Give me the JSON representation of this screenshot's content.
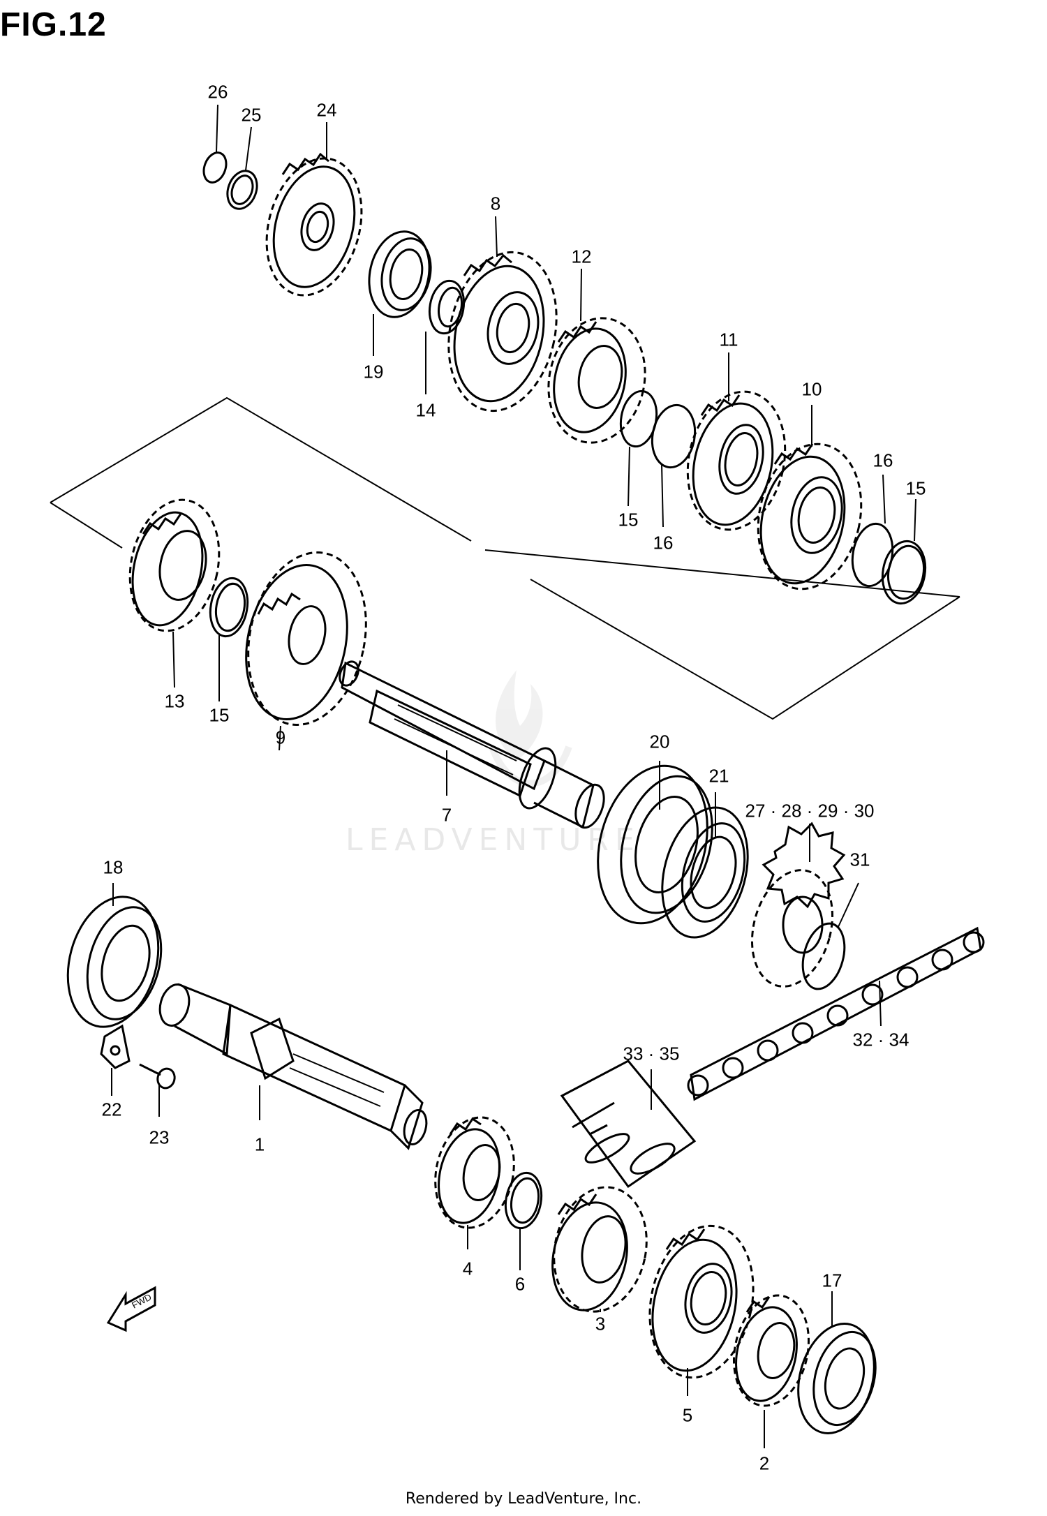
{
  "figure_title": "FIG.12",
  "footer": "Rendered by LeadVenture, Inc.",
  "watermark": "LEADVENTURE",
  "callouts": [
    {
      "id": "c26",
      "label": "26"
    },
    {
      "id": "c25",
      "label": "25"
    },
    {
      "id": "c24",
      "label": "24"
    },
    {
      "id": "c8",
      "label": "8"
    },
    {
      "id": "c12",
      "label": "12"
    },
    {
      "id": "c11",
      "label": "11"
    },
    {
      "id": "c10",
      "label": "10"
    },
    {
      "id": "c19",
      "label": "19"
    },
    {
      "id": "c14",
      "label": "14"
    },
    {
      "id": "c15a",
      "label": "15"
    },
    {
      "id": "c16a",
      "label": "16"
    },
    {
      "id": "c16b",
      "label": "16"
    },
    {
      "id": "c15b",
      "label": "15"
    },
    {
      "id": "c13",
      "label": "13"
    },
    {
      "id": "c15c",
      "label": "15"
    },
    {
      "id": "c9",
      "label": "9"
    },
    {
      "id": "c7",
      "label": "7"
    },
    {
      "id": "c20",
      "label": "20"
    },
    {
      "id": "c21",
      "label": "21"
    },
    {
      "id": "c27",
      "label": "27 · 28 · 29 · 30"
    },
    {
      "id": "c31",
      "label": "31"
    },
    {
      "id": "c18",
      "label": "18"
    },
    {
      "id": "c22",
      "label": "22"
    },
    {
      "id": "c23",
      "label": "23"
    },
    {
      "id": "c1",
      "label": "1"
    },
    {
      "id": "c33",
      "label": "33 · 35"
    },
    {
      "id": "c32",
      "label": "32 · 34"
    },
    {
      "id": "c4",
      "label": "4"
    },
    {
      "id": "c6",
      "label": "6"
    },
    {
      "id": "c3",
      "label": "3"
    },
    {
      "id": "c5",
      "label": "5"
    },
    {
      "id": "c17",
      "label": "17"
    },
    {
      "id": "c2",
      "label": "2"
    }
  ],
  "fwd_label": "FWD",
  "icons": {
    "fwd_arrow": "fwd-arrow-icon",
    "logo": "flame-logo-icon"
  }
}
